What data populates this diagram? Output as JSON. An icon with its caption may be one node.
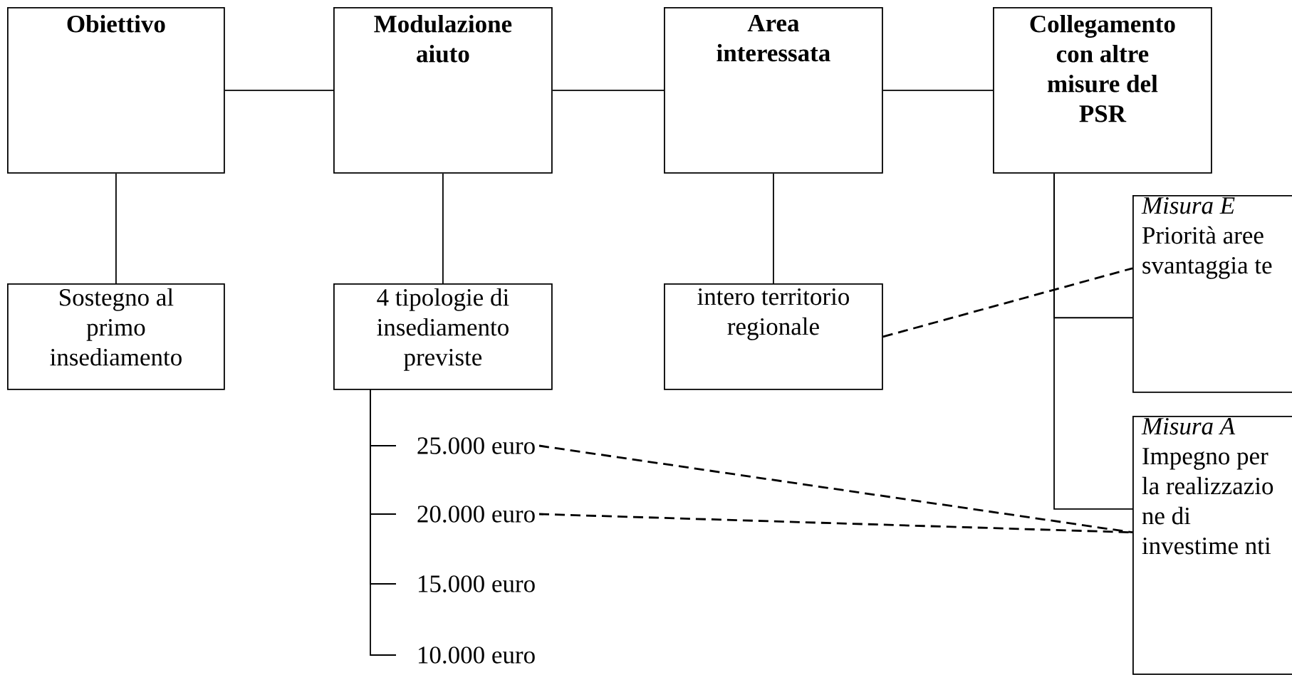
{
  "diagram": {
    "nodes": [
      {
        "text": [
          "Obiettivo"
        ]
      },
      {
        "text": [
          "Modulazione aiuto"
        ]
      },
      {
        "text": [
          "Area interessata"
        ]
      },
      {
        "text": [
          "Collegamento con altre misure del PSR"
        ]
      },
      {
        "text": [
          "Sostegno al primo insediamento"
        ]
      },
      {
        "text": [
          "4 tipologie di insediamento previste"
        ]
      },
      {
        "text": [
          "intero territorio regionale"
        ]
      },
      {
        "text": [
          "Misura E",
          "Priorità aree svantaggia te"
        ]
      },
      {
        "text": [
          "Misura A",
          "Impegno per la realizzazio ne di investime nti"
        ]
      },
      {
        "text": [
          "25.000 euro"
        ]
      },
      {
        "text": [
          "20.000 euro"
        ]
      },
      {
        "text": [
          "15.000 euro"
        ]
      },
      {
        "text": [
          "10.000 euro"
        ]
      }
    ],
    "edges": [
      {
        "from": 0,
        "to": 1,
        "arrow": "none"
      },
      {
        "from": 1,
        "to": 2,
        "arrow": "none"
      },
      {
        "from": 2,
        "to": 3,
        "arrow": "none"
      },
      {
        "from": 0,
        "to": 4,
        "arrow": "none"
      },
      {
        "from": 1,
        "to": 5,
        "arrow": "none"
      },
      {
        "from": 2,
        "to": 6,
        "arrow": "none"
      },
      {
        "from": 3,
        "to": 7,
        "arrow": "none"
      },
      {
        "from": 3,
        "to": 8,
        "arrow": "none"
      },
      {
        "from": 5,
        "to": 9,
        "arrow": "none"
      },
      {
        "from": 5,
        "to": 10,
        "arrow": "none"
      },
      {
        "from": 5,
        "to": 11,
        "arrow": "none"
      },
      {
        "from": 5,
        "to": 12,
        "arrow": "none"
      },
      {
        "from": 6,
        "to": 7,
        "arrow": "none",
        "style": "dashed"
      },
      {
        "from": 9,
        "to": 8,
        "arrow": "none",
        "style": "dashed"
      },
      {
        "from": 10,
        "to": 8,
        "arrow": "none",
        "style": "dashed"
      }
    ]
  }
}
